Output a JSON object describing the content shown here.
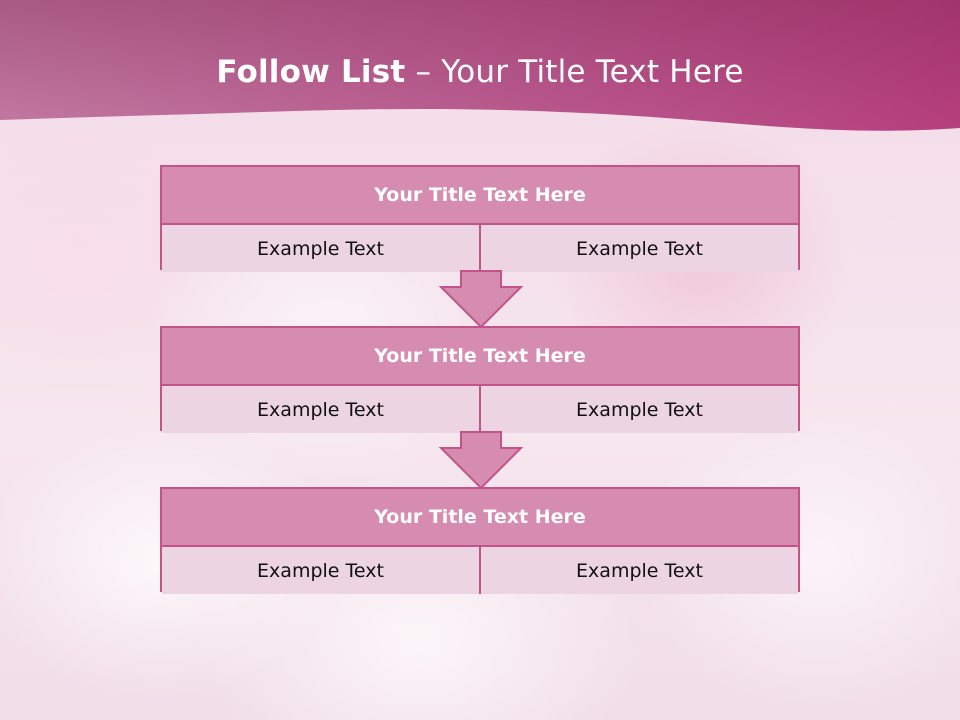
{
  "slide": {
    "title_bold": "Follow List",
    "title_rest": "– Your Title Text Here"
  },
  "steps": [
    {
      "title": "Your Title Text Here",
      "left": "Example Text",
      "right": "Example Text"
    },
    {
      "title": "Your Title Text Here",
      "left": "Example Text",
      "right": "Example Text"
    },
    {
      "title": "Your Title Text Here",
      "left": "Example Text",
      "right": "Example Text"
    }
  ],
  "colors": {
    "header_start": "#c06a9c",
    "header_end": "#b8407c",
    "box_title_fill": "#d68bb1",
    "box_cell_fill": "#edd4e2",
    "border": "#c2548a",
    "arrow_fill": "#d68bb1"
  }
}
